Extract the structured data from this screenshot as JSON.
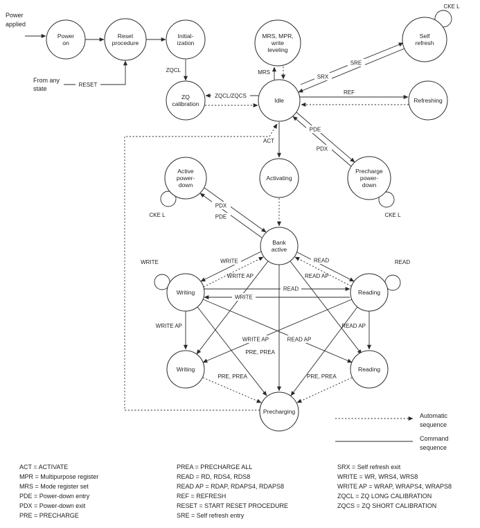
{
  "diagram": {
    "annotations": {
      "power_applied": [
        "Power",
        "applied"
      ],
      "from_any_state": [
        "From any",
        "state"
      ],
      "cke_l_self_refresh": "CKE L",
      "cke_l_active_pd": "CKE L",
      "cke_l_precharge_pd": "CKE L"
    },
    "states": {
      "power_on": [
        "Power",
        "on"
      ],
      "reset_procedure": [
        "Reset",
        "procedure"
      ],
      "initialization": [
        "Initial-",
        "ization"
      ],
      "mrs_mpr_write_leveling": [
        "MRS, MPR,",
        "write",
        "leveling"
      ],
      "self_refresh": [
        "Self",
        "refresh"
      ],
      "zq_calibration": [
        "ZQ",
        "calibration"
      ],
      "idle": [
        "Idle"
      ],
      "refreshing": [
        "Refreshing"
      ],
      "active_power_down": [
        "Active",
        "power-",
        "down"
      ],
      "activating": [
        "Activating"
      ],
      "precharge_power_down": [
        "Precharge",
        "power-",
        "down"
      ],
      "bank_active": [
        "Bank",
        "active"
      ],
      "writing": [
        "Writing"
      ],
      "reading": [
        "Reading"
      ],
      "writing_ap": [
        "Writing"
      ],
      "reading_ap": [
        "Reading"
      ],
      "precharging": [
        "Precharging"
      ]
    },
    "transitions": {
      "reset": "RESET",
      "zqcl": "ZQCL",
      "zqcl_zqcs": "ZQCL/ZQCS",
      "mrs": "MRS",
      "sre": "SRE",
      "srx": "SRX",
      "ref": "REF",
      "act": "ACT",
      "pde_idle": "PDE",
      "pdx_idle": "PDX",
      "pdx_bank": "PDX",
      "pde_bank": "PDE",
      "write_loop": "WRITE",
      "read_loop": "READ",
      "write_bank": "WRITE",
      "read_bank": "READ",
      "write_ap_bank": "WRITE AP",
      "read_ap_bank": "READ AP",
      "read_cross": "READ",
      "write_cross": "WRITE",
      "write_ap_down": "WRITE AP",
      "read_ap_down": "READ AP",
      "write_ap_diag": "WRITE AP",
      "read_ap_diag": "READ AP",
      "pre_bank": "PRE, PREA",
      "pre_writing": "PRE, PREA",
      "pre_reading": "PRE, PREA"
    },
    "legend": {
      "automatic": [
        "Automatic",
        "sequence"
      ],
      "command": [
        "Command",
        "sequence"
      ]
    },
    "glossary": {
      "col1": [
        "ACT = ACTIVATE",
        "MPR = Multipurpose register",
        "MRS = Mode register set",
        "PDE = Power-down entry",
        "PDX = Power-down exit",
        "PRE = PRECHARGE"
      ],
      "col2": [
        "PREA = PRECHARGE ALL",
        "READ = RD, RDS4, RDS8",
        "READ AP = RDAP, RDAPS4, RDAPS8",
        "REF = REFRESH",
        "RESET = START RESET PROCEDURE",
        "SRE = Self refresh entry"
      ],
      "col3": [
        "SRX = Self refresh exit",
        "WRITE = WR, WRS4, WRS8",
        "WRITE AP = WRAP, WRAPS4, WRAPS8",
        "ZQCL = ZQ LONG CALIBRATION",
        "ZQCS = ZQ SHORT CALIBRATION"
      ]
    },
    "colors": {
      "ink": "#1d1d1f",
      "background": "#ffffff"
    }
  }
}
